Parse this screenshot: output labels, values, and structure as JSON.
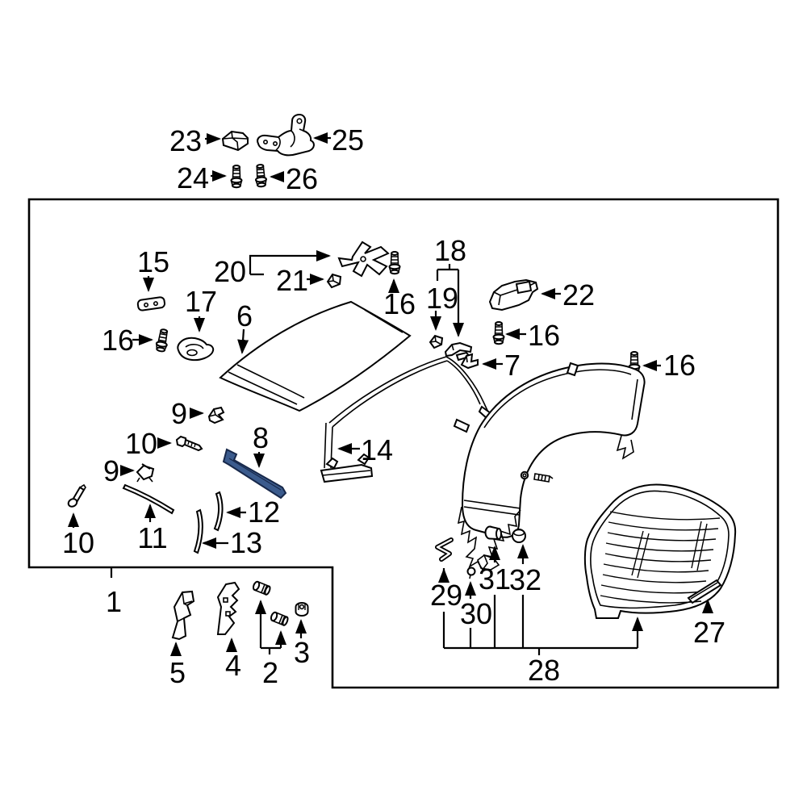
{
  "diagram": {
    "type": "auto-parts-exploded-diagram",
    "subject": "convertible top / roof components",
    "background": "#ffffff",
    "line_color": "#000000",
    "highlight_fill": "#3b5b8d",
    "highlight_stroke": "#17284a",
    "highlighted_part_number": "8"
  },
  "labels": {
    "n1": "1",
    "n2": "2",
    "n3": "3",
    "n4": "4",
    "n5": "5",
    "n6": "6",
    "n7": "7",
    "n8": "8",
    "n9a": "9",
    "n9b": "9",
    "n10a": "10",
    "n10b": "10",
    "n11": "11",
    "n12": "12",
    "n13": "13",
    "n14": "14",
    "n15": "15",
    "n16a": "16",
    "n16b": "16",
    "n16c": "16",
    "n16d": "16",
    "n17": "17",
    "n18": "18",
    "n19": "19",
    "n20": "20",
    "n21": "21",
    "n22": "22",
    "n23": "23",
    "n24": "24",
    "n25": "25",
    "n26": "26",
    "n27": "27",
    "n28": "28",
    "n29": "29",
    "n30": "30",
    "n31": "31",
    "n32": "32"
  }
}
